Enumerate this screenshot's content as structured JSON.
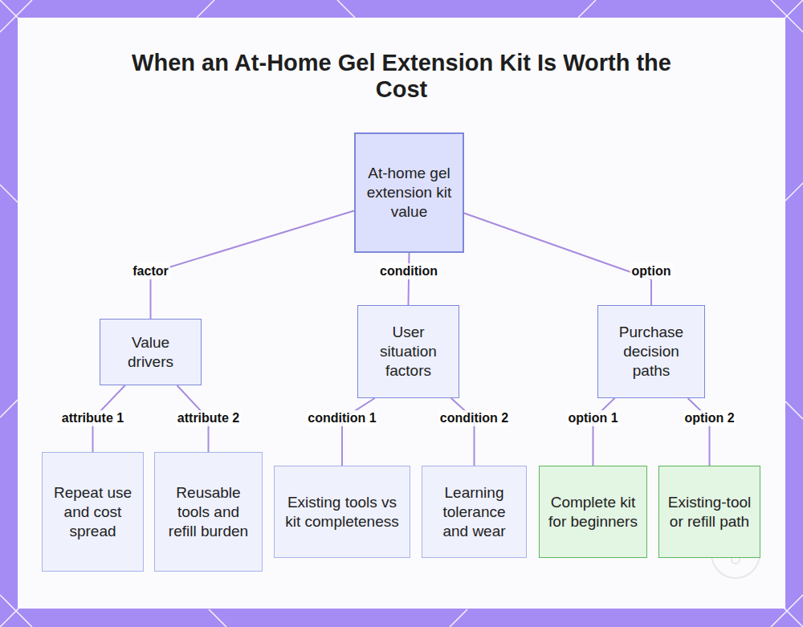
{
  "diagram": {
    "title": "When an At-Home Gel Extension Kit Is Worth the Cost",
    "nodes": [
      {
        "text": [
          "At-home gel extension kit value"
        ]
      },
      {
        "text": [
          "Value drivers"
        ]
      },
      {
        "text": [
          "User situation factors"
        ]
      },
      {
        "text": [
          "Purchase decision paths"
        ]
      },
      {
        "text": [
          "Repeat use and cost spread"
        ]
      },
      {
        "text": [
          "Reusable tools and refill burden"
        ]
      },
      {
        "text": [
          "Existing tools vs kit completeness"
        ]
      },
      {
        "text": [
          "Learning tolerance and wear"
        ]
      },
      {
        "text": [
          "Complete kit for beginners"
        ]
      },
      {
        "text": [
          "Existing-tool or refill path"
        ]
      }
    ],
    "edges": [
      {
        "from": 0,
        "to": 1,
        "label": "factor",
        "arrow": "none"
      },
      {
        "from": 0,
        "to": 2,
        "label": "condition",
        "arrow": "none"
      },
      {
        "from": 0,
        "to": 3,
        "label": "option",
        "arrow": "none"
      },
      {
        "from": 1,
        "to": 4,
        "label": "attribute 1",
        "arrow": "none"
      },
      {
        "from": 1,
        "to": 5,
        "label": "attribute 2",
        "arrow": "none"
      },
      {
        "from": 2,
        "to": 6,
        "label": "condition 1",
        "arrow": "none"
      },
      {
        "from": 2,
        "to": 7,
        "label": "condition 2",
        "arrow": "none"
      },
      {
        "from": 3,
        "to": 8,
        "label": "option 1",
        "arrow": "none"
      },
      {
        "from": 3,
        "to": 9,
        "label": "option 2",
        "arrow": "none"
      }
    ]
  }
}
